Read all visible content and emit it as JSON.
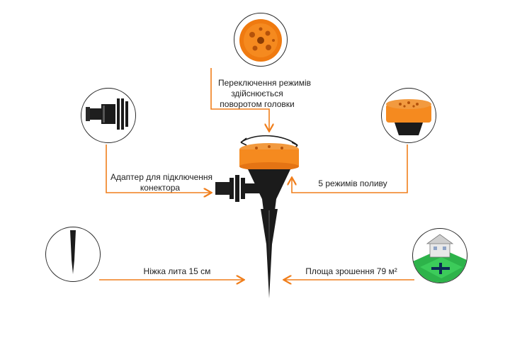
{
  "labels": {
    "mode_switch_line1": "Переключення режимів",
    "mode_switch_line2": "здійснюється",
    "mode_switch_line3": "поворотом головки",
    "adapter_line1": "Адаптер для підключення",
    "adapter_line2": "конектора",
    "modes": "5 режимів поливу",
    "spike": "Ніжка лита 15 см",
    "area": "Площа зрошення 79 м²"
  },
  "colors": {
    "accent": "#f07e1b",
    "orange_body": "#f58a1f",
    "dark": "#1b1b1b"
  },
  "icons": {
    "head_detail": "sprinkler-head-top-icon",
    "connector_detail": "connector-adapter-icon",
    "modes_detail": "sprinkler-head-side-icon",
    "spike_detail": "ground-spike-icon",
    "house_detail": "house-lawn-icon",
    "product": "sprinkler-product-image"
  }
}
